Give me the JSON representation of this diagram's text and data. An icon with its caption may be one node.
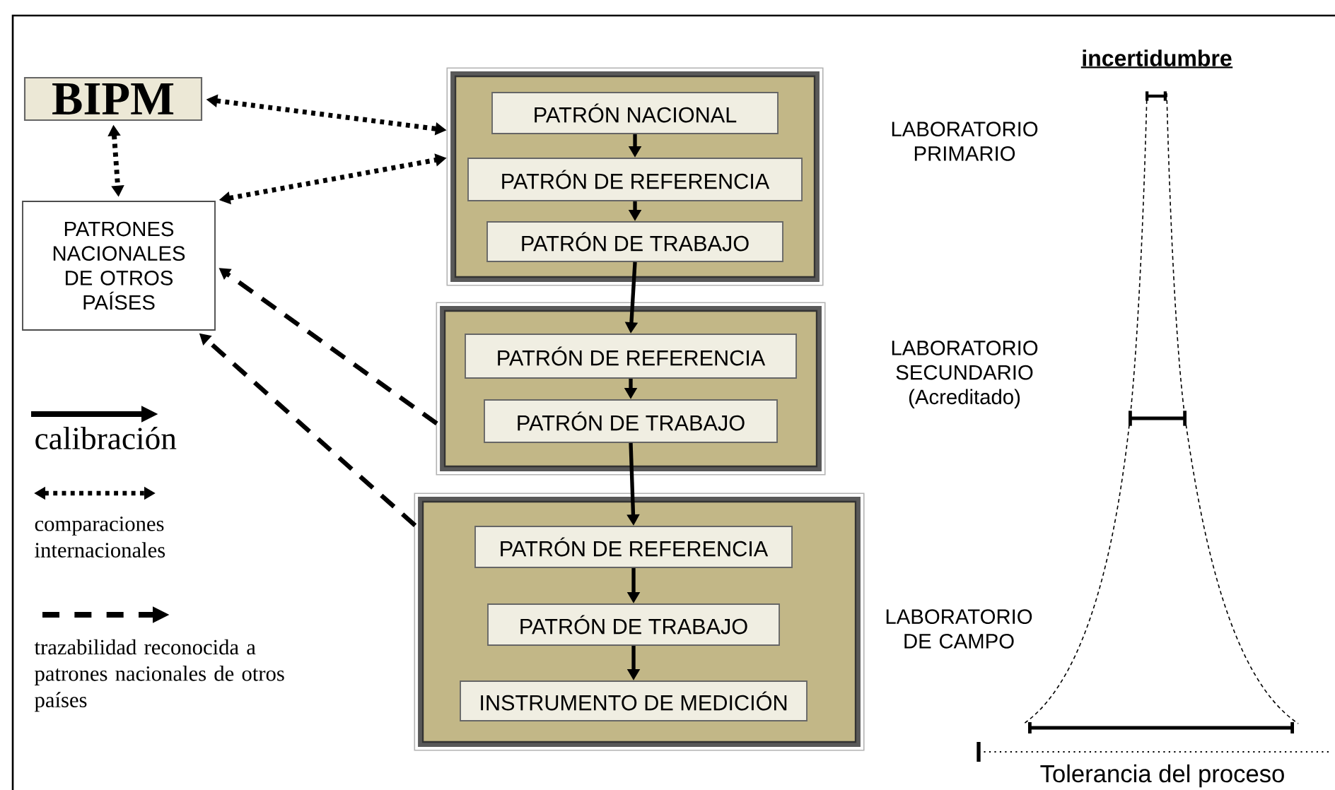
{
  "diagram": {
    "nodes": [
      {
        "text": [
          "BIPM"
        ]
      },
      {
        "text": [
          "PATRONES NACIONALES DE OTROS PAÍSES"
        ]
      },
      {
        "text": [],
        "shape": "box",
        "beside": [
          "LABORATORIO PRIMARIO"
        ]
      },
      {
        "text": [
          "PATRÓN NACIONAL"
        ],
        "in": 2
      },
      {
        "text": [
          "PATRÓN DE REFERENCIA"
        ],
        "in": 2
      },
      {
        "text": [
          "PATRÓN DE TRABAJO"
        ],
        "in": 2
      },
      {
        "text": [],
        "shape": "box",
        "beside": [
          "LABORATORIO SECUNDARIO (Acreditado)"
        ]
      },
      {
        "text": [
          "PATRÓN DE REFERENCIA"
        ],
        "in": 6
      },
      {
        "text": [
          "PATRÓN DE TRABAJO"
        ],
        "in": 6
      },
      {
        "text": [],
        "shape": "box",
        "beside": [
          "LABORATORIO DE CAMPO"
        ]
      },
      {
        "text": [
          "PATRÓN DE REFERENCIA"
        ],
        "in": 9
      },
      {
        "text": [
          "PATRÓN DE TRABAJO"
        ],
        "in": 9
      },
      {
        "text": [
          "INSTRUMENTO DE MEDICIÓN"
        ],
        "in": 9
      }
    ],
    "edges": [
      {
        "from": 0,
        "to": 2,
        "arrow": "both",
        "style": "dashed"
      },
      {
        "from": 1,
        "to": 2,
        "arrow": "both",
        "style": "dashed"
      },
      {
        "from": 0,
        "to": 1,
        "arrow": "both",
        "style": "dashed"
      },
      {
        "from": 3,
        "to": 4,
        "arrow": "to"
      },
      {
        "from": 4,
        "to": 5,
        "arrow": "to"
      },
      {
        "from": 5,
        "to": 7,
        "arrow": "to"
      },
      {
        "from": 7,
        "to": 8,
        "arrow": "to"
      },
      {
        "from": 8,
        "to": 10,
        "arrow": "to"
      },
      {
        "from": 10,
        "to": 11,
        "arrow": "to"
      },
      {
        "from": 11,
        "to": 12,
        "arrow": "to"
      },
      {
        "from": 6,
        "to": 1,
        "arrow": "to",
        "style": "dashed"
      },
      {
        "from": 9,
        "to": 1,
        "arrow": "to",
        "style": "dashed"
      }
    ],
    "labels": [
      "incertidumbre",
      "Tolerancia del proceso"
    ],
    "legend": [
      {
        "text": "calibración"
      },
      {
        "text": "comparaciones internacionales"
      },
      {
        "text": "trazabilidad reconocida a patrones nacionales de otros países"
      }
    ]
  }
}
